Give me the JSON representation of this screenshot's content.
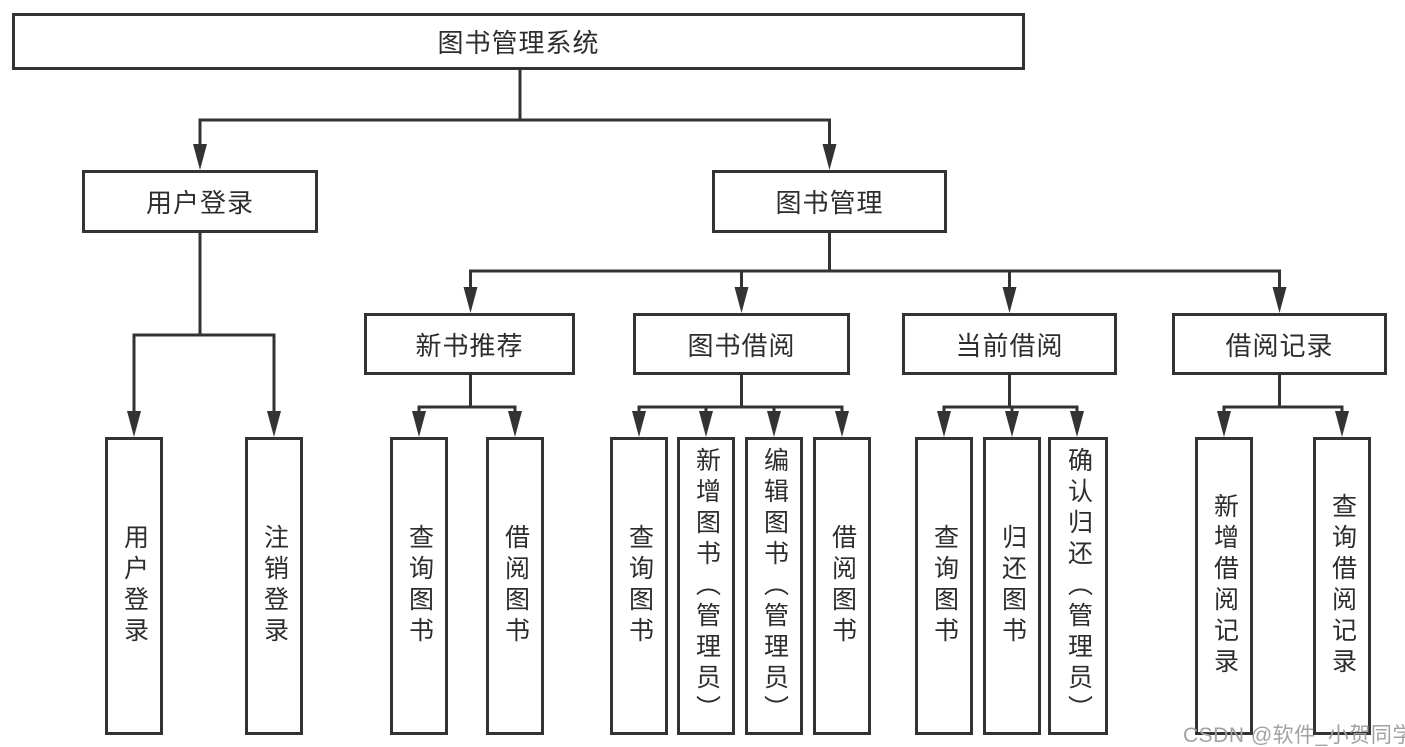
{
  "diagram": {
    "root": "图书管理系统",
    "user_login": {
      "label": "用户登录",
      "children": [
        "用户登录",
        "注销登录"
      ]
    },
    "book_management": {
      "label": "图书管理",
      "sections": [
        {
          "label": "新书推荐",
          "children": [
            "查询图书",
            "借阅图书"
          ]
        },
        {
          "label": "图书借阅",
          "children": [
            "查询图书",
            "新增图书（管理员）",
            "编辑图书（管理员）",
            "借阅图书"
          ]
        },
        {
          "label": "当前借阅",
          "children": [
            "查询图书",
            "归还图书",
            "确认归还（管理员）"
          ]
        },
        {
          "label": "借阅记录",
          "children": [
            "新增借阅记录",
            "查询借阅记录"
          ]
        }
      ]
    }
  },
  "watermark": {
    "text": "CSDN @软件_小贺同学"
  },
  "colors": {
    "background": "#ffffff",
    "box_fill": "#ffffff",
    "box_border": "#333333",
    "connector": "#333333",
    "text": "#2d2d2d",
    "watermark_text": "#a2a2a6"
  }
}
